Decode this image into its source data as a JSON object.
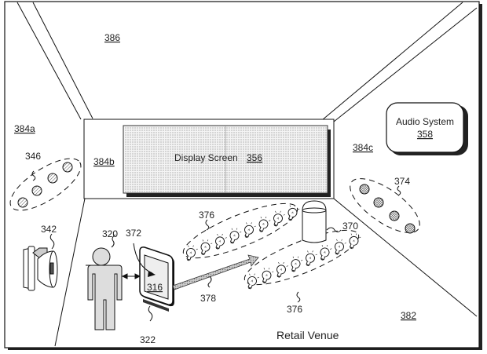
{
  "figure": {
    "venue_label": "Retail Venue",
    "ceiling_ref": "386",
    "floor_ref": "382",
    "wall_left_ref": "384a",
    "wall_back_ref": "384b",
    "wall_right_ref": "384c"
  },
  "display_screen": {
    "label": "Display Screen",
    "ref": "356"
  },
  "audio_system": {
    "label": "Audio System",
    "ref": "358"
  },
  "speakers_left": {
    "ref": "346",
    "count": 4
  },
  "speakers_right": {
    "ref": "374",
    "count": 4
  },
  "projector": {
    "ref": "342"
  },
  "person": {
    "ref": "320"
  },
  "device": {
    "ref": "322",
    "screen_ref": "316",
    "pointer_ref": "372"
  },
  "signal_beam": {
    "ref": "378"
  },
  "lights_group_upper": {
    "ref": "376",
    "count": 8
  },
  "lights_group_lower": {
    "ref": "376",
    "count": 8
  },
  "sensor": {
    "ref": "370"
  },
  "colors": {
    "line": "#111111",
    "fill_shade": "#d8d8d8",
    "background": "#ffffff"
  }
}
